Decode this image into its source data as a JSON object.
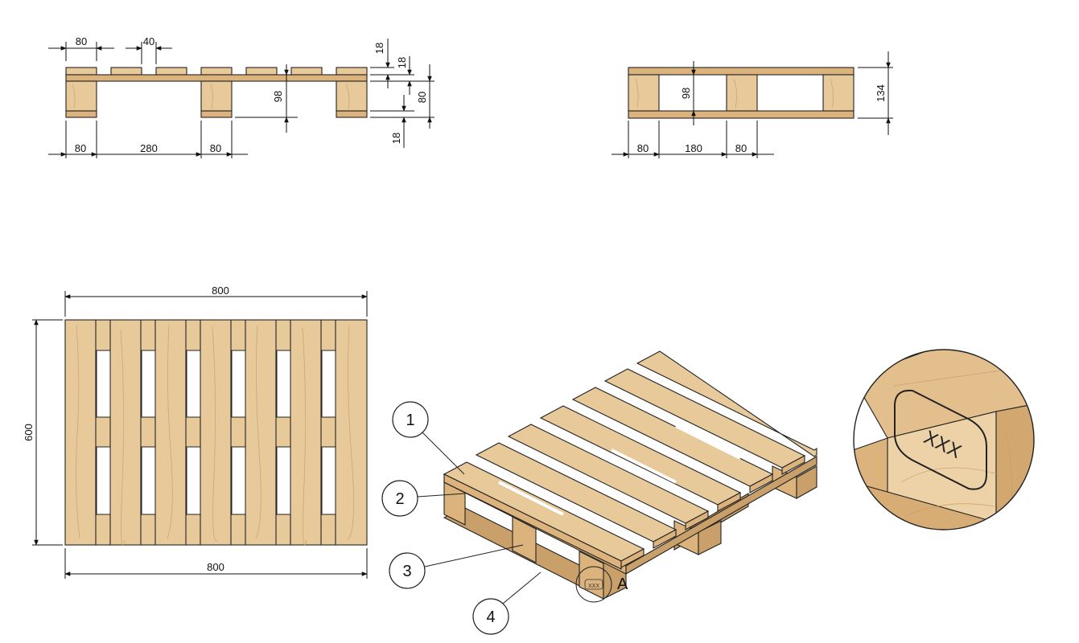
{
  "front_view": {
    "dims_top": [
      "80",
      "40"
    ],
    "dims_bottom": [
      "80",
      "280",
      "80"
    ],
    "dims_right": [
      "18",
      "18",
      "98",
      "80",
      "18"
    ]
  },
  "side_view": {
    "dims_bottom": [
      "80",
      "180",
      "80"
    ],
    "dims_inner": [
      "98"
    ],
    "dims_right": [
      "134"
    ]
  },
  "top_view": {
    "width_top": "800",
    "width_bottom": "800",
    "height_left": "600"
  },
  "iso_view": {
    "balloons": [
      "1",
      "2",
      "3",
      "4"
    ],
    "detail_label": "A",
    "stamp_small": "XXX"
  },
  "detail_view": {
    "stamp_text": "XXX"
  },
  "colors": {
    "wood_light": "#e8c99a",
    "wood_mid": "#dcb37c",
    "wood_dark": "#c9a06a",
    "line": "#111111"
  }
}
